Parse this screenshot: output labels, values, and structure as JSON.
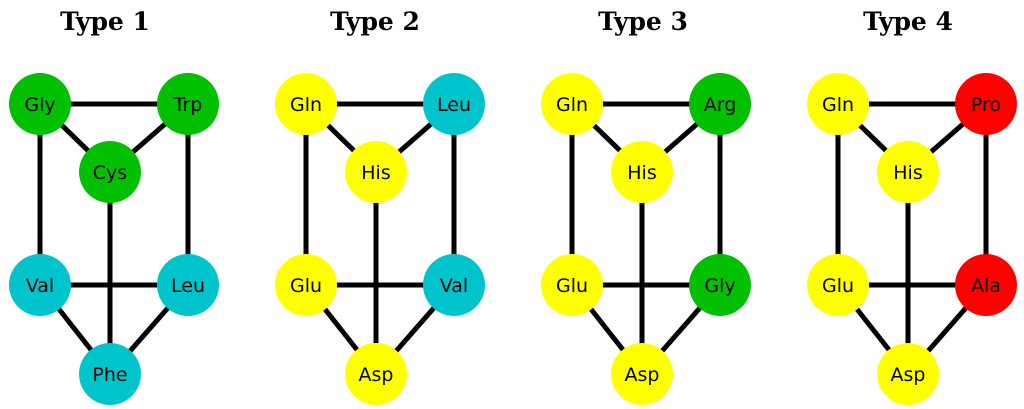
{
  "colors": {
    "green": "#00c000",
    "cyan": "#00c4cc",
    "yellow": "#ffff00",
    "red": "#ff0000"
  },
  "panels": [
    {
      "title": "Type 1",
      "nodes": [
        {
          "label": "Gly",
          "color": "green"
        },
        {
          "label": "Trp",
          "color": "green"
        },
        {
          "label": "Cys",
          "color": "green"
        },
        {
          "label": "Val",
          "color": "cyan"
        },
        {
          "label": "Leu",
          "color": "cyan"
        },
        {
          "label": "Phe",
          "color": "cyan"
        }
      ]
    },
    {
      "title": "Type 2",
      "nodes": [
        {
          "label": "Gln",
          "color": "yellow"
        },
        {
          "label": "Leu",
          "color": "cyan"
        },
        {
          "label": "His",
          "color": "yellow"
        },
        {
          "label": "Glu",
          "color": "yellow"
        },
        {
          "label": "Val",
          "color": "cyan"
        },
        {
          "label": "Asp",
          "color": "yellow"
        }
      ]
    },
    {
      "title": "Type 3",
      "nodes": [
        {
          "label": "Gln",
          "color": "yellow"
        },
        {
          "label": "Arg",
          "color": "green"
        },
        {
          "label": "His",
          "color": "yellow"
        },
        {
          "label": "Glu",
          "color": "yellow"
        },
        {
          "label": "Gly",
          "color": "green"
        },
        {
          "label": "Asp",
          "color": "yellow"
        }
      ]
    },
    {
      "title": "Type 4",
      "nodes": [
        {
          "label": "Gln",
          "color": "yellow"
        },
        {
          "label": "Pro",
          "color": "red"
        },
        {
          "label": "His",
          "color": "yellow"
        },
        {
          "label": "Glu",
          "color": "yellow"
        },
        {
          "label": "Ala",
          "color": "red"
        },
        {
          "label": "Asp",
          "color": "yellow"
        }
      ]
    }
  ],
  "edges": [
    [
      0,
      1
    ],
    [
      0,
      2
    ],
    [
      1,
      2
    ],
    [
      0,
      3
    ],
    [
      1,
      4
    ],
    [
      2,
      5
    ],
    [
      3,
      4
    ],
    [
      3,
      5
    ],
    [
      4,
      5
    ]
  ]
}
